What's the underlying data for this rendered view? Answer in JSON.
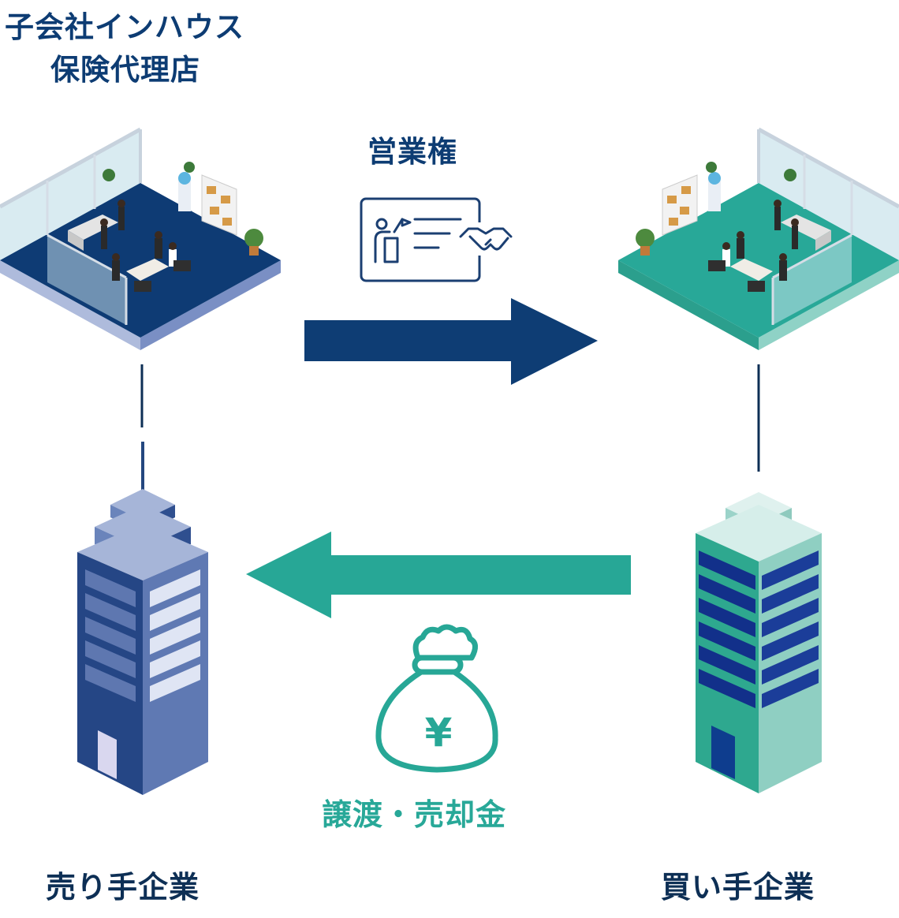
{
  "labels": {
    "agency_line1": "子会社インハウス",
    "agency_line2": "保険代理店",
    "business_right": "営業権",
    "payment": "譲渡・売却金",
    "seller": "売り手企業",
    "buyer": "買い手企業"
  },
  "icons": {
    "license_card": "license-card-icon",
    "money_bag": "money-bag-icon",
    "yen_symbol": "¥"
  },
  "colors": {
    "navy": "#0d3c73",
    "teal": "#28a898",
    "seller_building": "#4e6aa5",
    "buyer_building": "#2ea88f"
  }
}
